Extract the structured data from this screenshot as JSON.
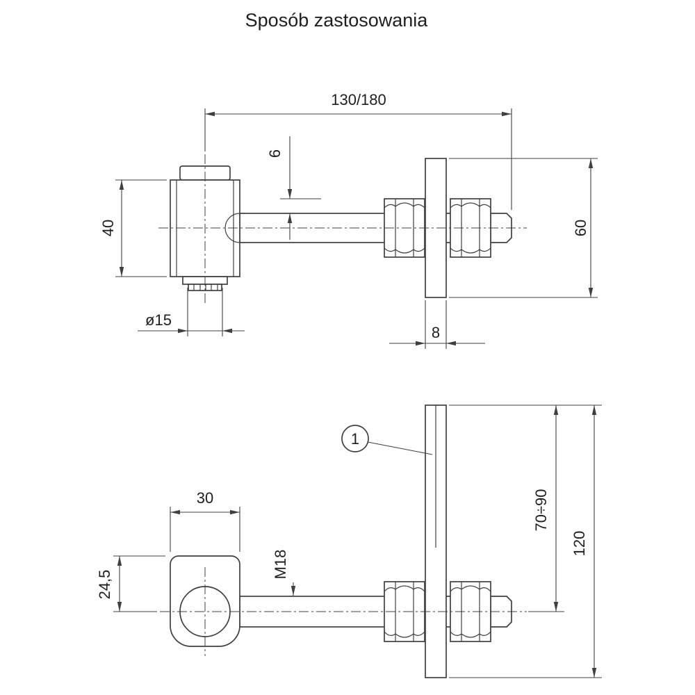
{
  "title": "Sposób zastosowania",
  "balloon_label": "1",
  "top_view": {
    "dim_length": "130/180",
    "dim_offset": "6",
    "dim_hinge_height": "40",
    "dim_plate_height": "60",
    "dim_pin_diameter": "ø15",
    "dim_plate_thickness": "8"
  },
  "bottom_view": {
    "dim_body_width": "30",
    "dim_axis_offset": "24,5",
    "dim_thread": "M18",
    "dim_adjust_range": "70÷90",
    "dim_plate_length": "120"
  },
  "colors": {
    "line": "#3f3f3f",
    "text": "#1f1f1f",
    "background": "#ffffff"
  }
}
